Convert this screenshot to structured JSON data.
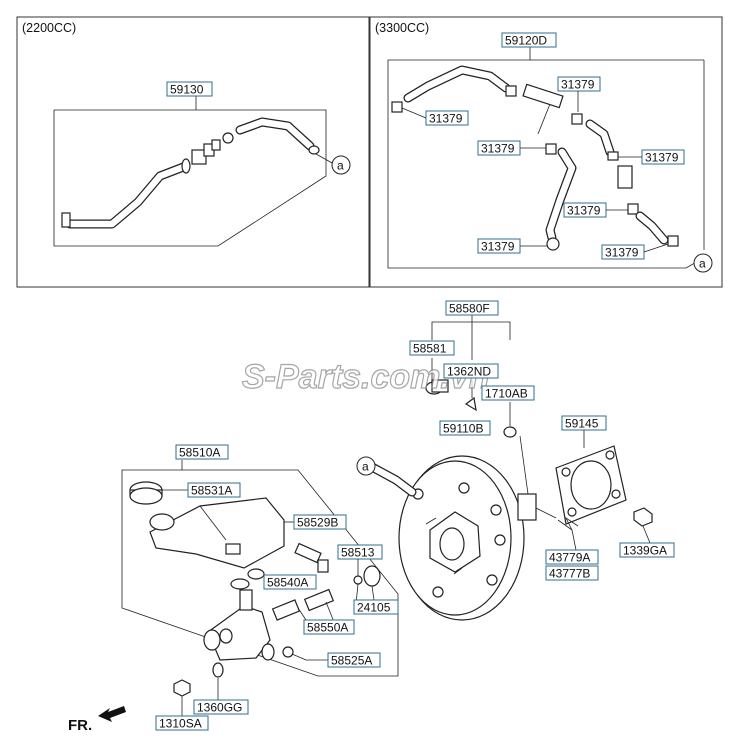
{
  "panels": {
    "left_header": "(2200CC)",
    "right_header": "(3300CC)"
  },
  "watermark": "S-Parts.com.vn",
  "direction_label": "FR.",
  "callout_marker": "a",
  "labels": {
    "p59130": "59130",
    "p59120D": "59120D",
    "c31379_1": "31379",
    "c31379_2": "31379",
    "c31379_3": "31379",
    "c31379_4": "31379",
    "c31379_5": "31379",
    "c31379_6": "31379",
    "c31379_7": "31379",
    "p58580F": "58580F",
    "p58581": "58581",
    "p1362ND": "1362ND",
    "p1710AB": "1710AB",
    "p59110B": "59110B",
    "p59145": "59145",
    "p58510A": "58510A",
    "p58531A": "58531A",
    "p58529B": "58529B",
    "p58513": "58513",
    "p58540A": "58540A",
    "p24105": "24105",
    "p58550A": "58550A",
    "p58525A": "58525A",
    "p43779A": "43779A",
    "p43777B": "43777B",
    "p1339GA": "1339GA",
    "p1360GG": "1360GG",
    "p1310SA": "1310SA"
  },
  "colors": {
    "label_box_border": "#2f6f8f",
    "line": "#222222"
  }
}
